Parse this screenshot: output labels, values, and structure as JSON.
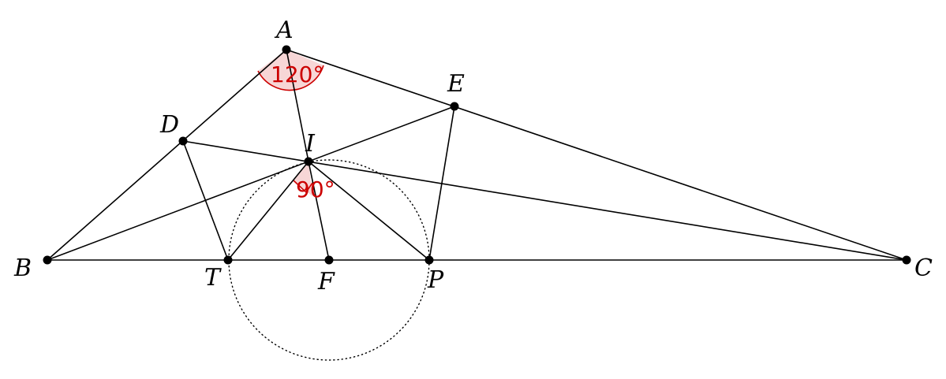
{
  "points": {
    "A": "A",
    "B": "B",
    "C": "C",
    "D": "D",
    "E": "E",
    "F": "F",
    "I": "I",
    "P": "P",
    "T": "T"
  },
  "angles": {
    "A": "120°",
    "I": "90°"
  },
  "colors": {
    "lines": "#000000",
    "angle_mark": "#cc0000",
    "angle_fill": "#f7d6d6"
  }
}
